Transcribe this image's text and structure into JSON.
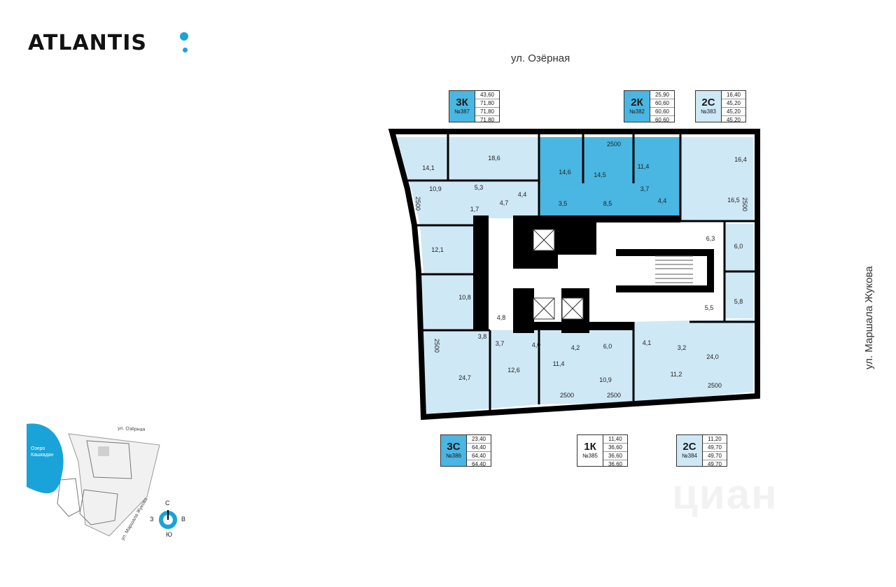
{
  "brand": {
    "name": "ATLANTIS",
    "accent": "#19a3d9"
  },
  "streets": {
    "top": "ул. Озёрная",
    "right": "ул. Маршала Жукова"
  },
  "apartments": [
    {
      "type": "3К",
      "number": "№387",
      "values": [
        "43,60",
        "71,80",
        "71,80",
        "71,80"
      ]
    },
    {
      "type": "2К",
      "number": "№382",
      "values": [
        "25,90",
        "60,60",
        "60,60",
        "60,60"
      ]
    },
    {
      "type": "2С",
      "number": "№383",
      "values": [
        "16,40",
        "45,20",
        "45,20",
        "45,20"
      ]
    },
    {
      "type": "3С",
      "number": "№386",
      "values": [
        "23,40",
        "64,40",
        "64,40",
        "64,40"
      ]
    },
    {
      "type": "1К",
      "number": "№385",
      "values": [
        "11,40",
        "36,60",
        "36,60",
        "36,60"
      ]
    },
    {
      "type": "2С",
      "number": "№384",
      "values": [
        "11,20",
        "49,70",
        "49,70",
        "49,70"
      ]
    }
  ],
  "rooms": [
    "14,1",
    "18,6",
    "14,6",
    "14,5",
    "11,4",
    "16,4",
    "10,9",
    "5,3",
    "4,4",
    "4,7",
    "3,5",
    "8,5",
    "3,7",
    "4,4",
    "16,5",
    "1,7",
    "12,1",
    "6,3",
    "6,0",
    "10,8",
    "4,8",
    "5,5",
    "5,8",
    "3,8",
    "3,7",
    "4,0",
    "4,2",
    "6,0",
    "4,1",
    "3,2",
    "24,0",
    "24,7",
    "12,6",
    "11,4",
    "10,9",
    "11,2"
  ],
  "dimensions": [
    "2500",
    "2500",
    "2500",
    "2500",
    "2500",
    "2500",
    "2500"
  ],
  "site_plan": {
    "street_top": "ул. Озёрная",
    "street_side": "ул. Маршала Жукова",
    "lake": [
      "Озеро",
      "Кашкадан"
    ],
    "compass": {
      "n": "С",
      "s": "Ю",
      "w": "З",
      "e": "В"
    }
  },
  "colors": {
    "highlight": "#4ab6e2",
    "light": "#cfe8f5",
    "wall": "#000000"
  },
  "watermark": "циан"
}
